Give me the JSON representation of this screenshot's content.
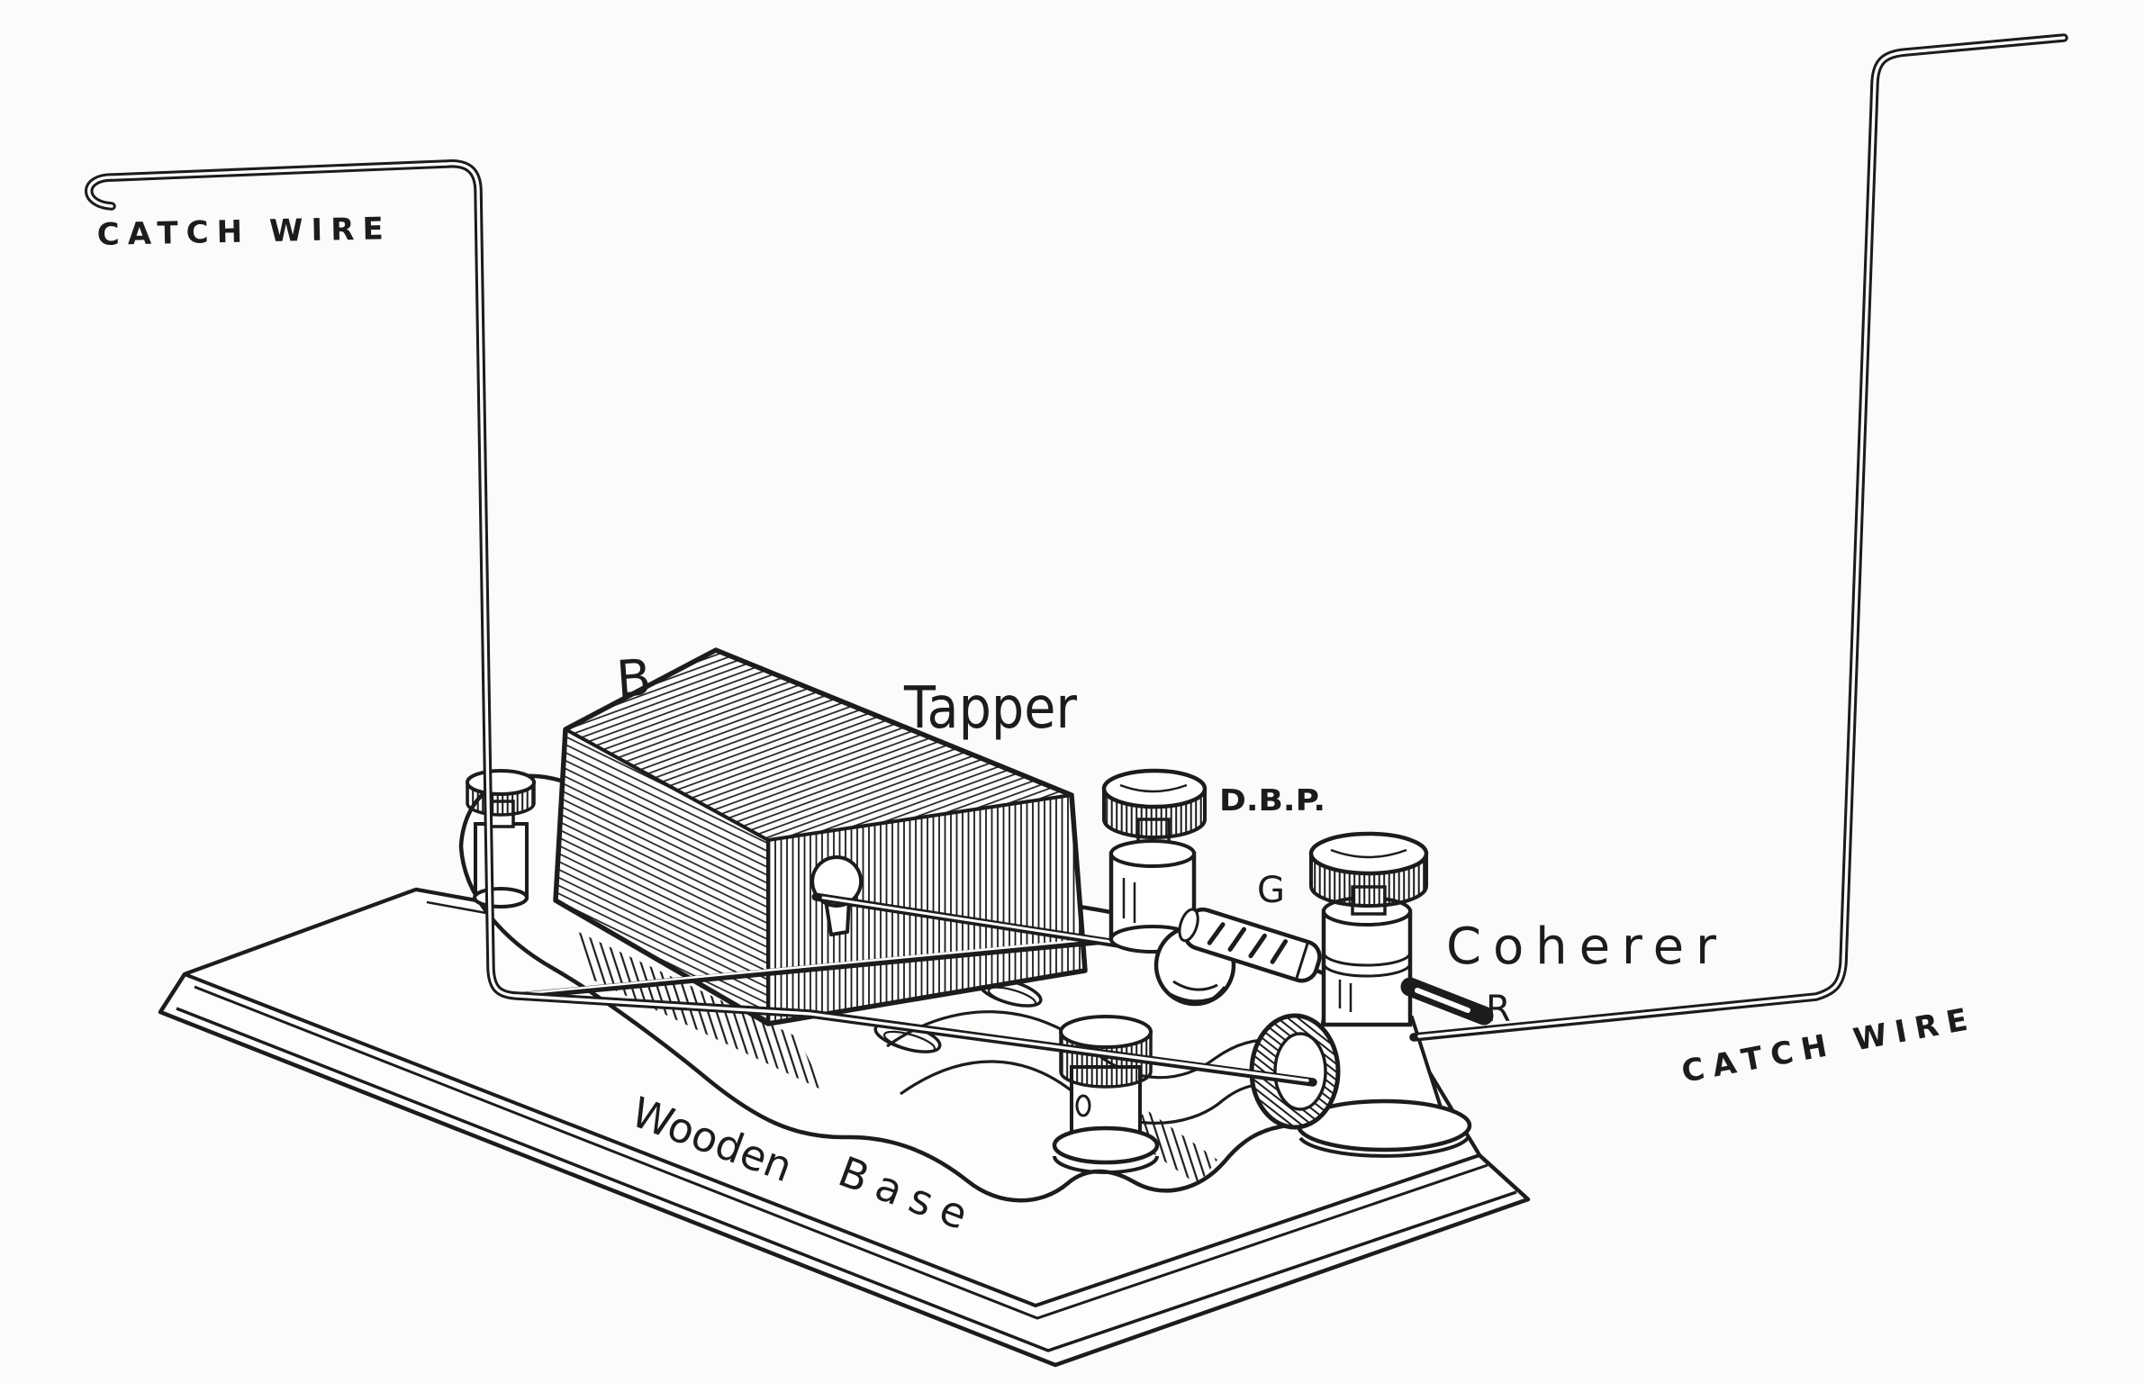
{
  "figure": {
    "background": "#fcfbf9",
    "ink": "#1c1c1c",
    "labels": {
      "catch_wire_left": "CATCH WIRE",
      "catch_wire_right": "CATCH WIRE",
      "battery": "B",
      "tapper": "Tapper",
      "tapper_screw": "D.B.P.",
      "glass_tube": "G",
      "coherer": "Coherer",
      "terminal_rod": "R",
      "base_word_first": "Wooden",
      "base_word_second": "Base"
    }
  }
}
